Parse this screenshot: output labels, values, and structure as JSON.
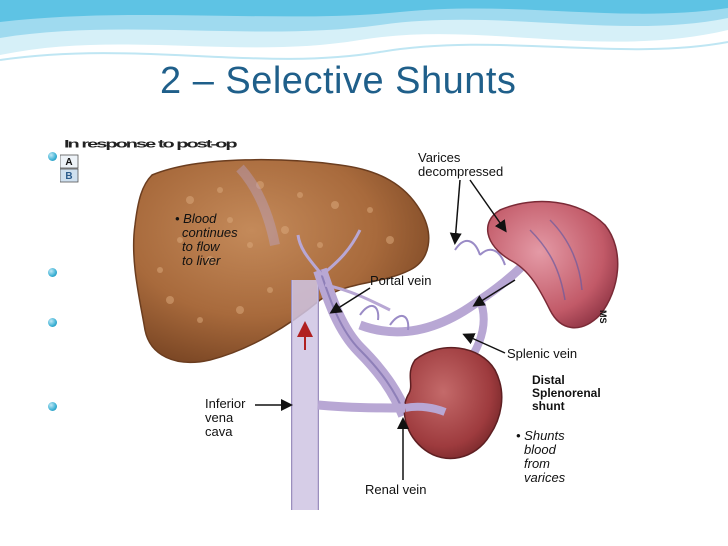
{
  "slide": {
    "title": "2 – Selective Shunts",
    "bullet_text": "In response to post-op"
  },
  "figure": {
    "panel_labels": [
      "A",
      "B"
    ],
    "labels": {
      "varices_line1": "Varices",
      "varices_line2": "decompressed",
      "blood_line1": "• Blood",
      "blood_line2": "continues",
      "blood_line3": "to flow",
      "blood_line4": "to liver",
      "portal_vein": "Portal vein",
      "splenic_vein": "Splenic vein",
      "distal_line1": "Distal",
      "distal_line2": "Splenorenal",
      "distal_line3": "shunt",
      "ivc_line1": "Inferior",
      "ivc_line2": "vena",
      "ivc_line3": "cava",
      "shunts_line1": "• Shunts",
      "shunts_line2": "blood",
      "shunts_line3": "from",
      "shunts_line4": "varices",
      "renal_vein": "Renal vein",
      "logo": "MS"
    }
  },
  "colors": {
    "title": "#1f5f8a",
    "liver": "#a86a3c",
    "spleen": "#c25a68",
    "kidney": "#9e3b3e",
    "vein": "#b8a7d4",
    "wave_light": "#d6f0f8",
    "wave_mid": "#9fdaef"
  }
}
